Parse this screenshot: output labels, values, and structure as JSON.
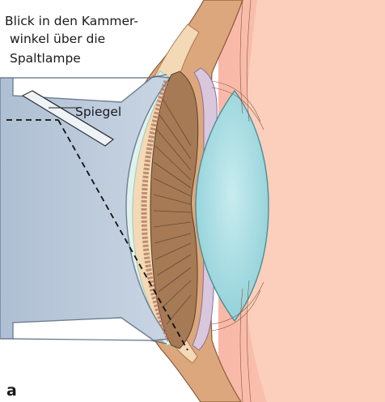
{
  "labels": {
    "caption_line1": "Blick in den Kammer-",
    "caption_line2": "winkel über die",
    "caption_line3": "Spaltlampe",
    "mirror": "Spiegel",
    "panel": "a"
  },
  "colors": {
    "background_tissue": "#f6c9b0",
    "cornea": "#f3d9b5",
    "sclera": "#dca77c",
    "iris": "#a57a55",
    "lens": "#a9dde3",
    "gonioscope": "#b9c8d9",
    "contact_gel": "#dff2ec",
    "ciliary_body": "#d9c7dd"
  }
}
